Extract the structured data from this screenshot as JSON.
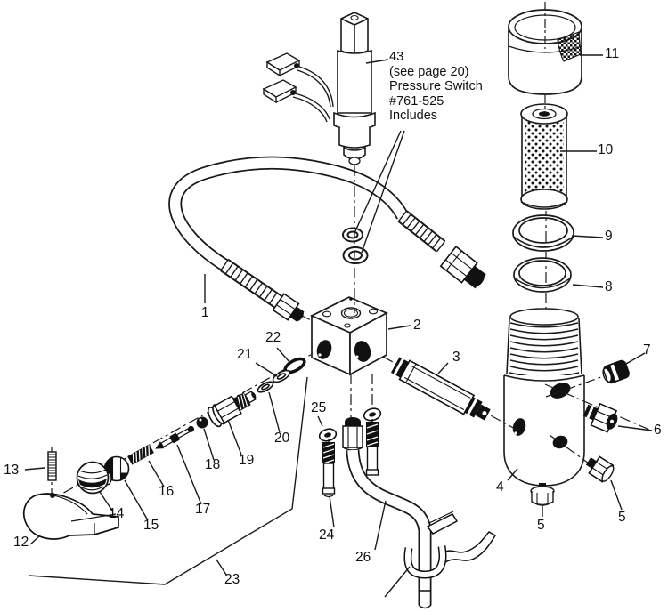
{
  "diagram": {
    "kind": "exploded-parts-diagram",
    "colors": {
      "background": "#ffffff",
      "line": "#1a1a1a"
    },
    "callout": {
      "number": "43",
      "note": "(see page 20)",
      "name": "Pressure Switch",
      "part_no": "#761-525",
      "includes": "Includes"
    },
    "labels": {
      "p1": "1",
      "p2": "2",
      "p3": "3",
      "p4": "4",
      "p5a": "5",
      "p5b": "5",
      "p6": "6",
      "p7": "7",
      "p8": "8",
      "p9": "9",
      "p10": "10",
      "p11": "11",
      "p12": "12",
      "p13": "13",
      "p14": "14",
      "p15": "15",
      "p16": "16",
      "p17": "17",
      "p18": "18",
      "p19": "19",
      "p20": "20",
      "p21": "21",
      "p22": "22",
      "p23": "23",
      "p24": "24",
      "p25": "25",
      "p26": "26"
    }
  }
}
